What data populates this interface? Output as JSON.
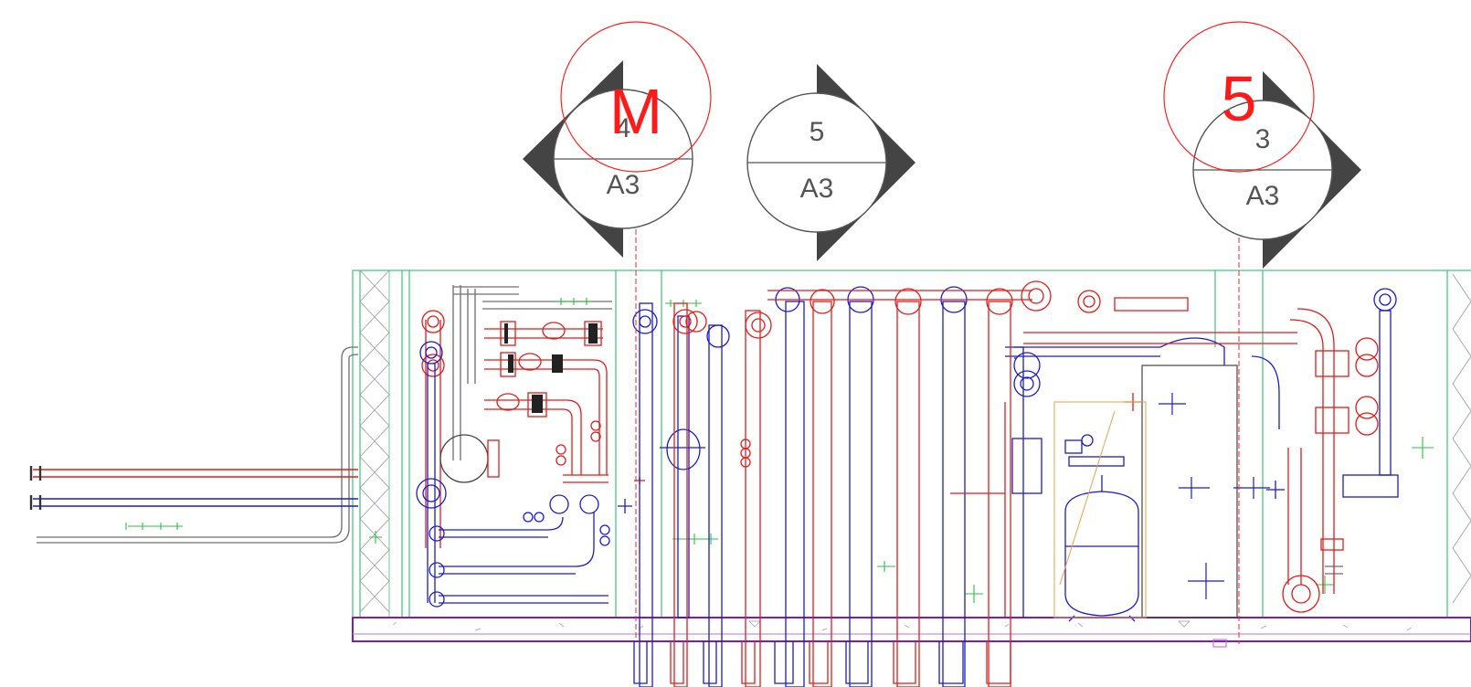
{
  "section_markers": [
    {
      "id": "marker-4",
      "number": "4",
      "sheet": "A3",
      "direction": "left"
    },
    {
      "id": "marker-5",
      "number": "5",
      "sheet": "A3",
      "direction": "right"
    },
    {
      "id": "marker-3",
      "number": "3",
      "sheet": "A3",
      "direction": "right"
    }
  ],
  "grid_markers": [
    {
      "id": "grid-M",
      "label": "M"
    },
    {
      "id": "grid-5",
      "label": "5"
    }
  ],
  "colors": {
    "hot_pipe": "#e41b17",
    "cold_pipe": "#1a1ad6",
    "wall": "#3cc47a",
    "slab": "#7a1fb5",
    "marker_line": "#555555",
    "marker_fill": "#444444",
    "grid_line": "#ff2020",
    "gray_pipe": "#6d6d6d",
    "orange": "#f0a040"
  }
}
